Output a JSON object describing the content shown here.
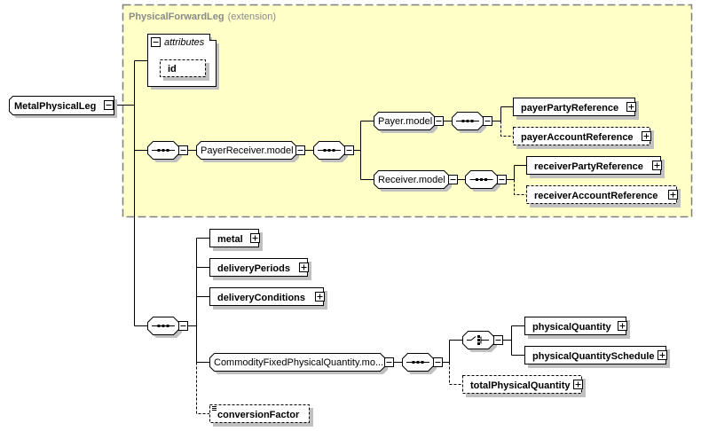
{
  "diagram": {
    "root": {
      "label": "MetalPhysicalLeg",
      "expanded": true
    },
    "extension": {
      "type_name": "PhysicalForwardLeg",
      "qualifier": "(extension)",
      "fill": "#ffffc8",
      "border": "#808080"
    },
    "attributes": {
      "label": "attributes",
      "items": [
        {
          "label": "id",
          "optional": true
        }
      ]
    },
    "nodes": [
      {
        "id": "seq1",
        "kind": "sequence",
        "expanded": true
      },
      {
        "id": "payerReceiverModel",
        "kind": "group",
        "label": "PayerReceiver.model",
        "expanded": true
      },
      {
        "id": "seq2",
        "kind": "sequence",
        "expanded": true
      },
      {
        "id": "payerModel",
        "kind": "group",
        "label": "Payer.model",
        "expanded": true
      },
      {
        "id": "seq3",
        "kind": "sequence",
        "expanded": true
      },
      {
        "id": "payerPartyReference",
        "kind": "element",
        "label": "payerPartyReference",
        "optional": false,
        "expanded": false
      },
      {
        "id": "payerAccountReference",
        "kind": "element",
        "label": "payerAccountReference",
        "optional": true,
        "expanded": false
      },
      {
        "id": "receiverModel",
        "kind": "group",
        "label": "Receiver.model",
        "expanded": true
      },
      {
        "id": "seq4",
        "kind": "sequence",
        "expanded": true
      },
      {
        "id": "receiverPartyReference",
        "kind": "element",
        "label": "receiverPartyReference",
        "optional": false,
        "expanded": false
      },
      {
        "id": "receiverAccountReference",
        "kind": "element",
        "label": "receiverAccountReference",
        "optional": true,
        "expanded": false
      },
      {
        "id": "seq5",
        "kind": "sequence",
        "expanded": true
      },
      {
        "id": "metal",
        "kind": "element",
        "label": "metal",
        "optional": false,
        "expanded": false
      },
      {
        "id": "deliveryPeriods",
        "kind": "element",
        "label": "deliveryPeriods",
        "optional": false,
        "expanded": false
      },
      {
        "id": "deliveryConditions",
        "kind": "element",
        "label": "deliveryConditions",
        "optional": false,
        "expanded": false
      },
      {
        "id": "commodityModel",
        "kind": "group",
        "label": "CommodityFixedPhysicalQuantity.mo...",
        "expanded": true
      },
      {
        "id": "seq6",
        "kind": "sequence",
        "expanded": true
      },
      {
        "id": "choice1",
        "kind": "choice",
        "expanded": true
      },
      {
        "id": "physicalQuantity",
        "kind": "element",
        "label": "physicalQuantity",
        "optional": false,
        "expanded": false
      },
      {
        "id": "physicalQuantitySchedule",
        "kind": "element",
        "label": "physicalQuantitySchedule",
        "optional": false,
        "expanded": false
      },
      {
        "id": "totalPhysicalQuantity",
        "kind": "element",
        "label": "totalPhysicalQuantity",
        "optional": true,
        "expanded": false
      },
      {
        "id": "conversionFactor",
        "kind": "element",
        "label": "conversionFactor",
        "optional": true,
        "simple": true
      }
    ]
  }
}
